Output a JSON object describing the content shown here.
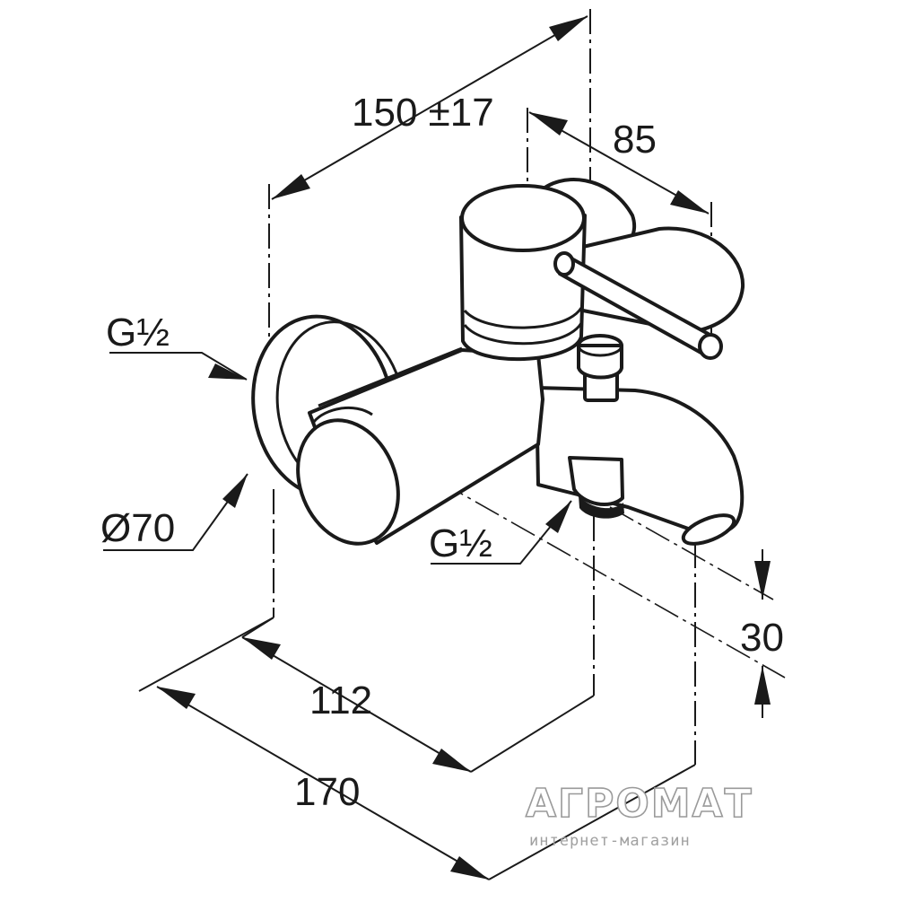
{
  "dimensions": {
    "overall_width": "150 ±17",
    "depth_to_handle": "85",
    "inlet_thread": "G½",
    "rosette_diameter": "Ø70",
    "outlet_thread": "G½",
    "spout_height": "30",
    "projection_short": "112",
    "projection_long": "170"
  },
  "watermark": {
    "title": "АГРОМАТ",
    "subtitle": "интернет-магазин"
  }
}
